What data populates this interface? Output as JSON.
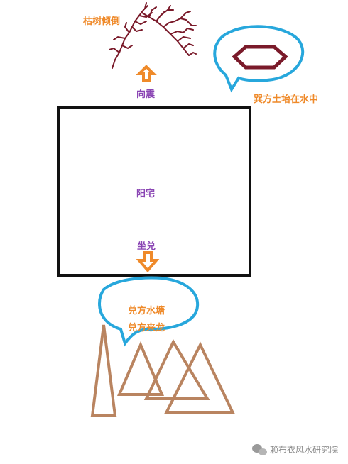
{
  "labels": {
    "withered_tree": "枯树倾倒",
    "direction_zhen": "向震",
    "xun_soil": "巽方土坮在水中",
    "house": "阳宅",
    "sit_dui": "坐兑",
    "dui_pond": "兑方水塘",
    "dui_dragon": "兑方来龙"
  },
  "watermark": "赖布衣风水研究院",
  "colors": {
    "orange": "#ef8a2a",
    "purple": "#8a45b4",
    "bubble": "#27a7dc",
    "tree": "#7a1a2a",
    "mountain": "#b98460"
  }
}
